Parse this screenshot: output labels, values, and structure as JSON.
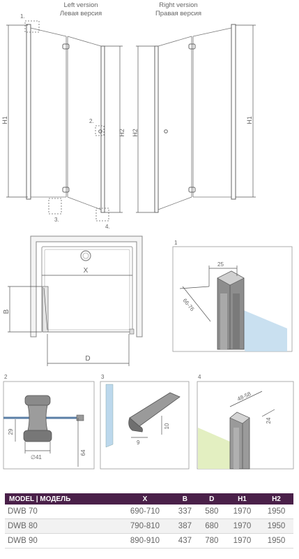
{
  "top": {
    "left_version_en": "Left version",
    "left_version_ru": "Левая версия",
    "right_version_en": "Right version",
    "right_version_ru": "Правая версия",
    "label_h1": "H1",
    "label_h2": "H2",
    "callout_1": "1.",
    "callout_2": "2.",
    "callout_3": "3.",
    "callout_4": "4."
  },
  "plan": {
    "label_x": "X",
    "label_b": "B",
    "label_d": "D"
  },
  "details": {
    "d1_number": "1",
    "d1_dim_a": "25",
    "d1_dim_b": "66-76",
    "d2_number": "2",
    "d2_dim_a": "29",
    "d2_dim_b": "∅41",
    "d2_dim_c": "64",
    "d3_number": "3",
    "d3_dim_a": "10",
    "d3_dim_b": "9",
    "d4_number": "4",
    "d4_dim_a": "48-58",
    "d4_dim_b": "24"
  },
  "colors": {
    "table_header": "#4a2049",
    "glass_tint": "#bcd8ec",
    "floor_tint": "#e3efc1"
  },
  "table": {
    "headers": [
      "MODEL | МОДЕЛЬ",
      "X",
      "B",
      "D",
      "H1",
      "H2"
    ],
    "rows": [
      [
        "DWB 70",
        "690-710",
        "337",
        "580",
        "1970",
        "1950"
      ],
      [
        "DWB 80",
        "790-810",
        "387",
        "680",
        "1970",
        "1950"
      ],
      [
        "DWB 90",
        "890-910",
        "437",
        "780",
        "1970",
        "1950"
      ]
    ]
  }
}
